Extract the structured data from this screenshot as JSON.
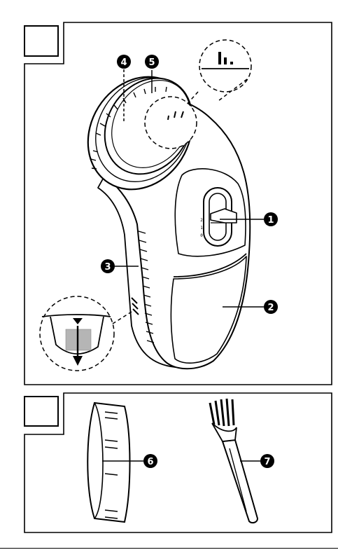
{
  "colors": {
    "ink": "#000000",
    "paper": "#ffffff",
    "halftone": "#b5b5b5"
  },
  "figure_top": {
    "callouts": [
      {
        "id": "c1",
        "number": "1"
      },
      {
        "id": "c2",
        "number": "2"
      },
      {
        "id": "c3",
        "number": "3"
      },
      {
        "id": "c4",
        "number": "4"
      },
      {
        "id": "c5",
        "number": "5"
      }
    ],
    "switch_marks": [
      "2",
      "1",
      "0"
    ],
    "icons": [
      "lint-shaver-device",
      "level-indicator-icon",
      "empty-container-arrow-icon"
    ]
  },
  "figure_bottom": {
    "callouts": [
      {
        "id": "c6",
        "number": "6"
      },
      {
        "id": "c7",
        "number": "7"
      }
    ],
    "icons": [
      "spacer-ring",
      "cleaning-brush"
    ]
  }
}
